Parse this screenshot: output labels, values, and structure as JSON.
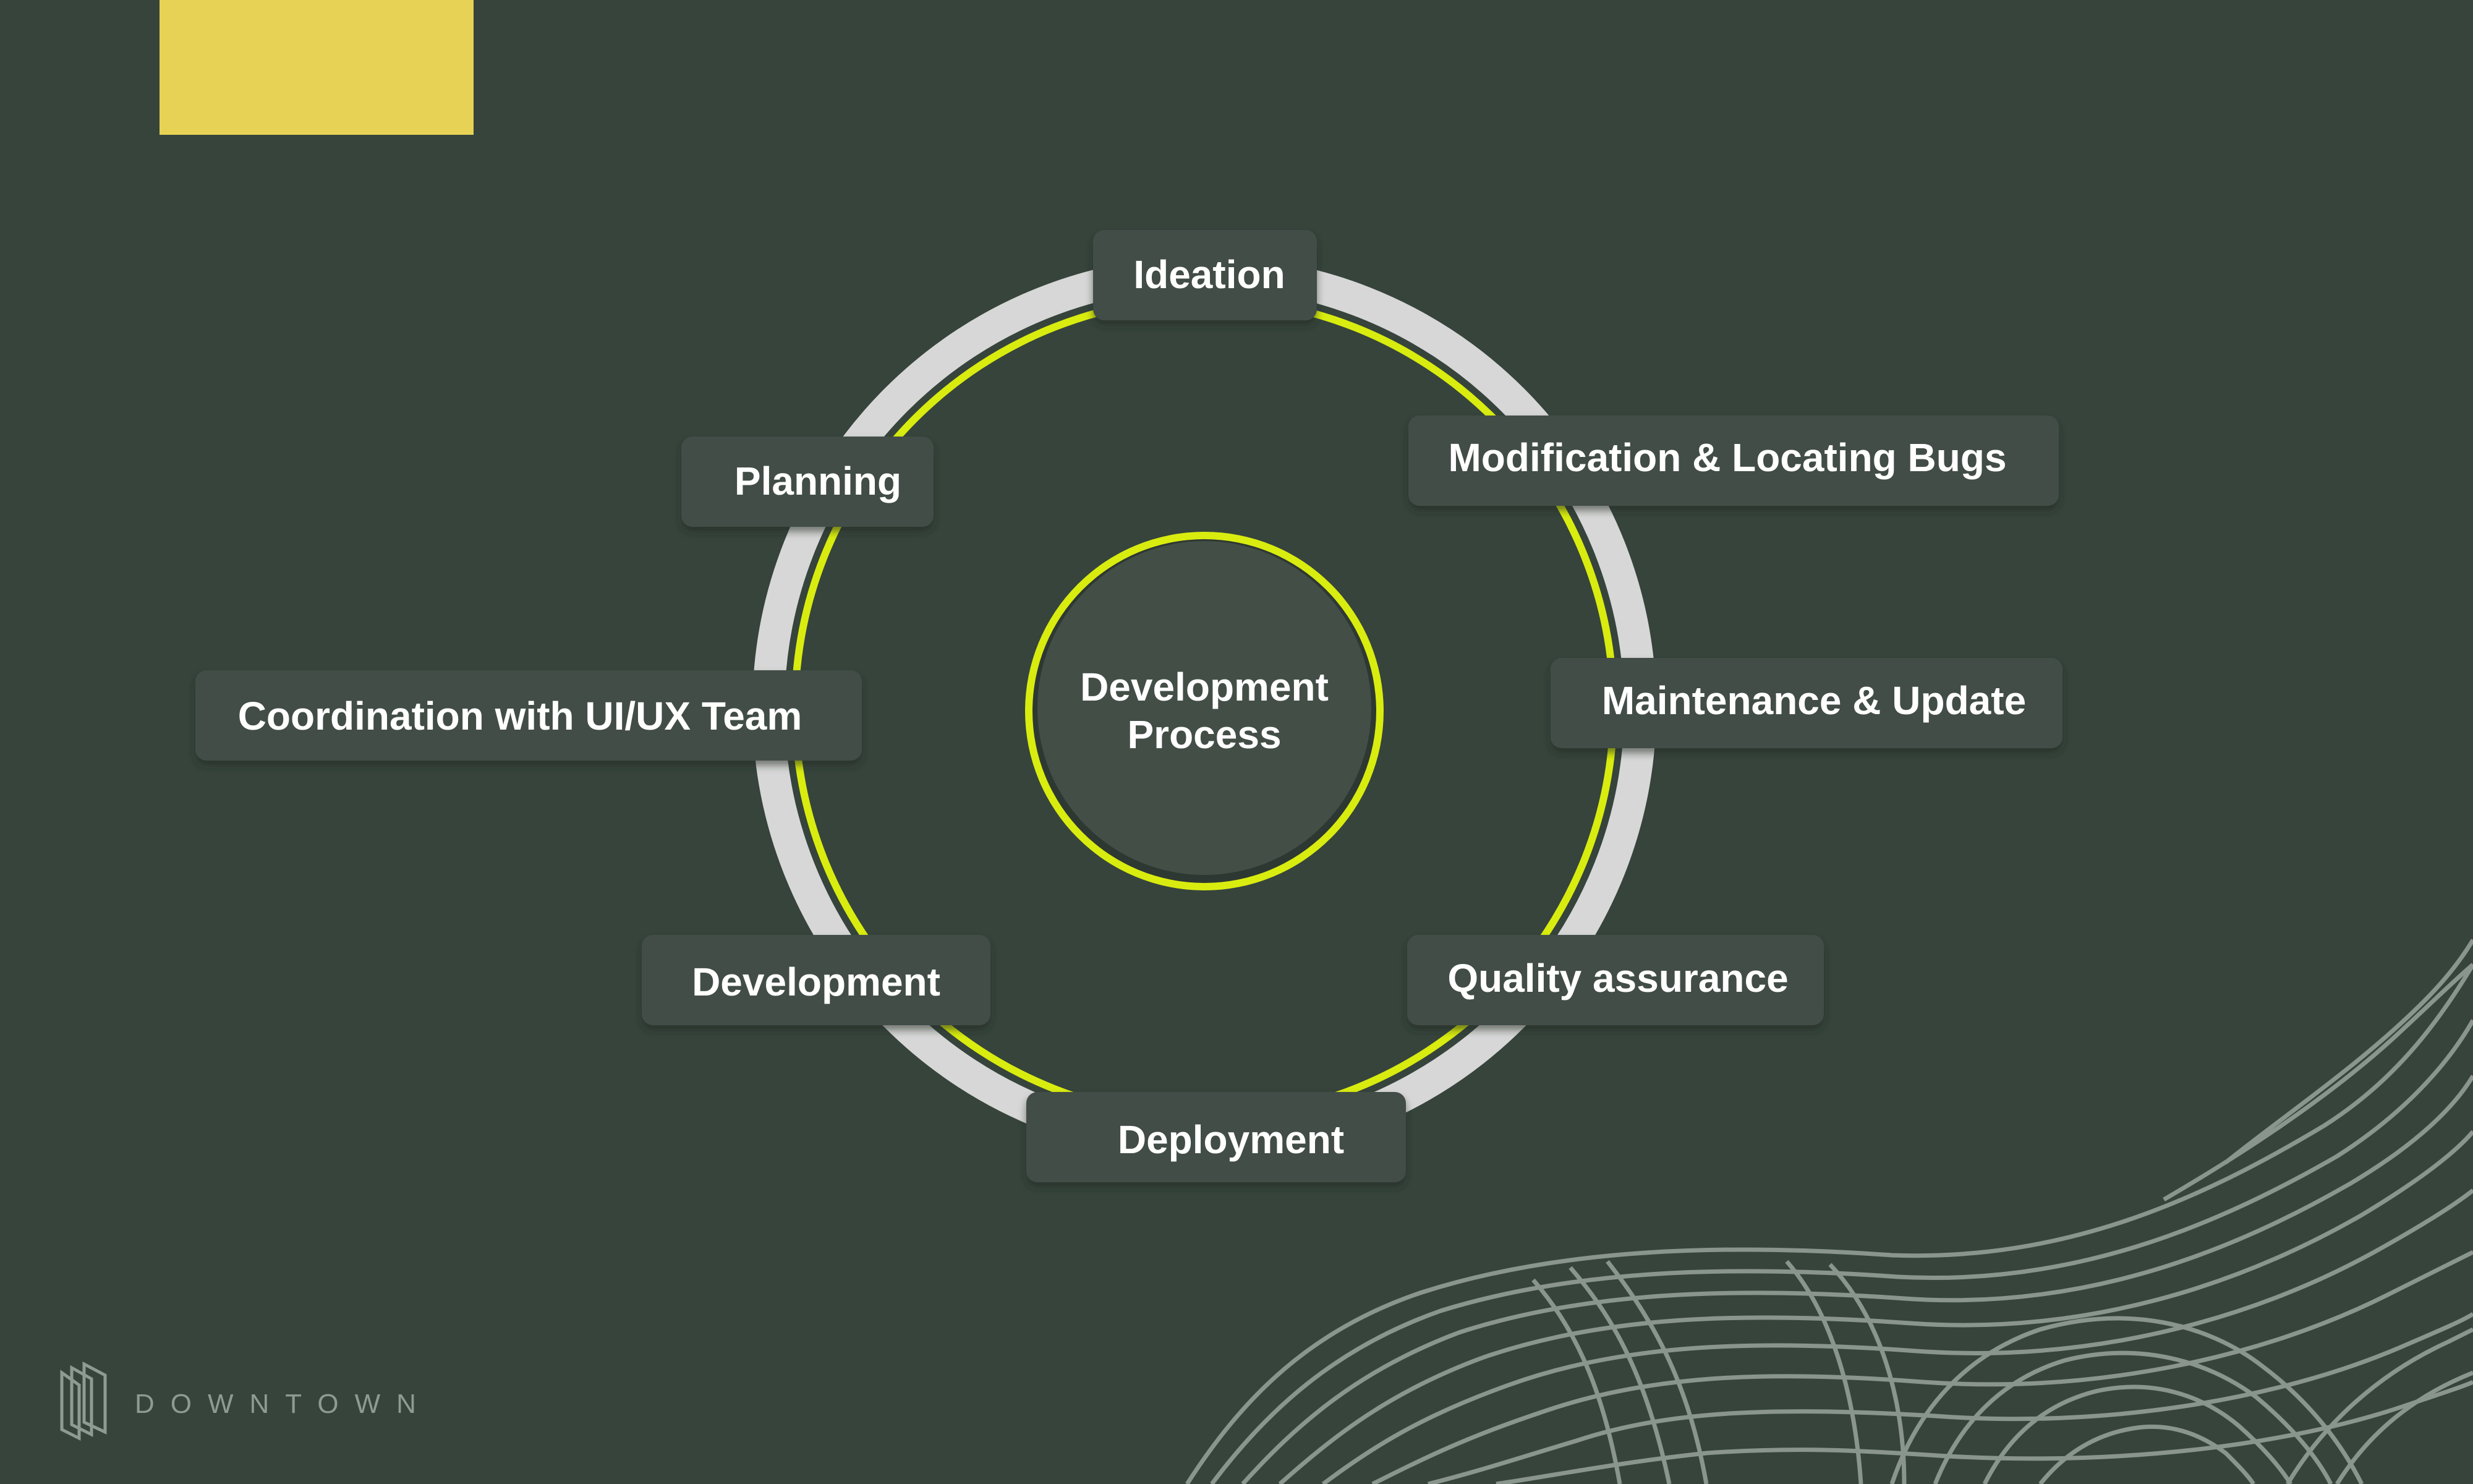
{
  "colors": {
    "background": "#36443c",
    "accent_yellow": "#e8d255",
    "ring_gray": "#d7d7d7",
    "ring_lime": "#d9ec0f",
    "box_fill": "#434e47",
    "text": "#ffffff",
    "decor_lines": "#8e9a92"
  },
  "diagram": {
    "center": {
      "line1": "Development",
      "line2": "Process"
    },
    "stages": [
      {
        "key": "ideation",
        "label": "Ideation"
      },
      {
        "key": "modification",
        "label": "Modification & Locating Bugs"
      },
      {
        "key": "maintenance",
        "label": "Maintenance & Update"
      },
      {
        "key": "quality",
        "label": "Quality assurance"
      },
      {
        "key": "deployment",
        "label": "Deployment"
      },
      {
        "key": "development",
        "label": "Development"
      },
      {
        "key": "coordination",
        "label": "Coordination with UI/UX Team"
      },
      {
        "key": "planning",
        "label": "Planning"
      }
    ]
  },
  "brand": {
    "name": "DOWNTOWN",
    "logo_icon": "building-logo-icon"
  }
}
